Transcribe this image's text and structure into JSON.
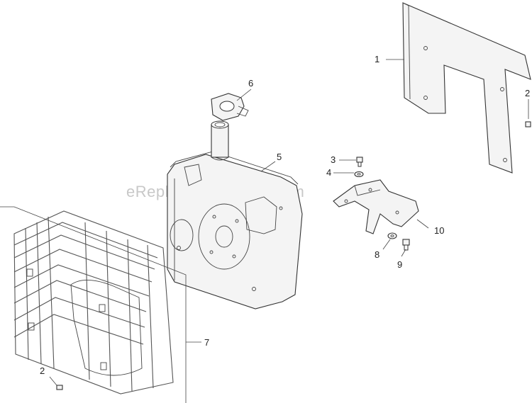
{
  "watermark": "eReplacementParts.com",
  "callouts": [
    {
      "id": "1",
      "part": "heat-shield"
    },
    {
      "id": "2",
      "part": "screw"
    },
    {
      "id": "3",
      "part": "bolt"
    },
    {
      "id": "4",
      "part": "washer"
    },
    {
      "id": "5",
      "part": "muffler"
    },
    {
      "id": "6",
      "part": "clamp"
    },
    {
      "id": "7",
      "part": "muffler-guard"
    },
    {
      "id": "8",
      "part": "washer"
    },
    {
      "id": "9",
      "part": "bolt"
    },
    {
      "id": "10",
      "part": "bracket"
    }
  ]
}
